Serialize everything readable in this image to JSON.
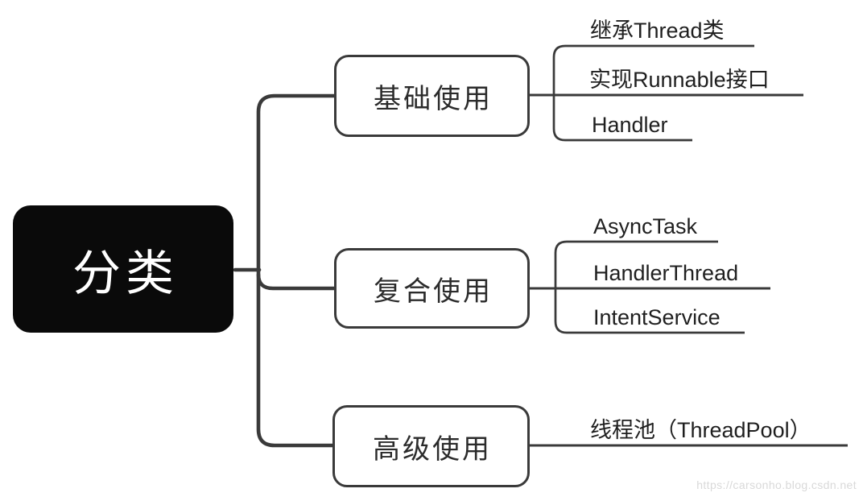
{
  "colors": {
    "background": "#ffffff",
    "line": "#3a3a3a",
    "root-fill": "#0a0a0a",
    "root-text": "#ffffff",
    "node-text": "#2b2b2b",
    "leaf-text": "#1f1f1f",
    "watermark": "#d9d9d9"
  },
  "mindmap": {
    "root": {
      "label": "分类"
    },
    "branches": [
      {
        "label": "基础使用",
        "children": [
          {
            "label": "继承Thread类"
          },
          {
            "label": "实现Runnable接口"
          },
          {
            "label": "Handler"
          }
        ]
      },
      {
        "label": "复合使用",
        "children": [
          {
            "label": "AsyncTask"
          },
          {
            "label": "HandlerThread"
          },
          {
            "label": "IntentService"
          }
        ]
      },
      {
        "label": "高级使用",
        "children": [
          {
            "label": "线程池（ThreadPool）"
          }
        ]
      }
    ]
  },
  "watermark": {
    "text": "https://carsonho.blog.csdn.net"
  }
}
